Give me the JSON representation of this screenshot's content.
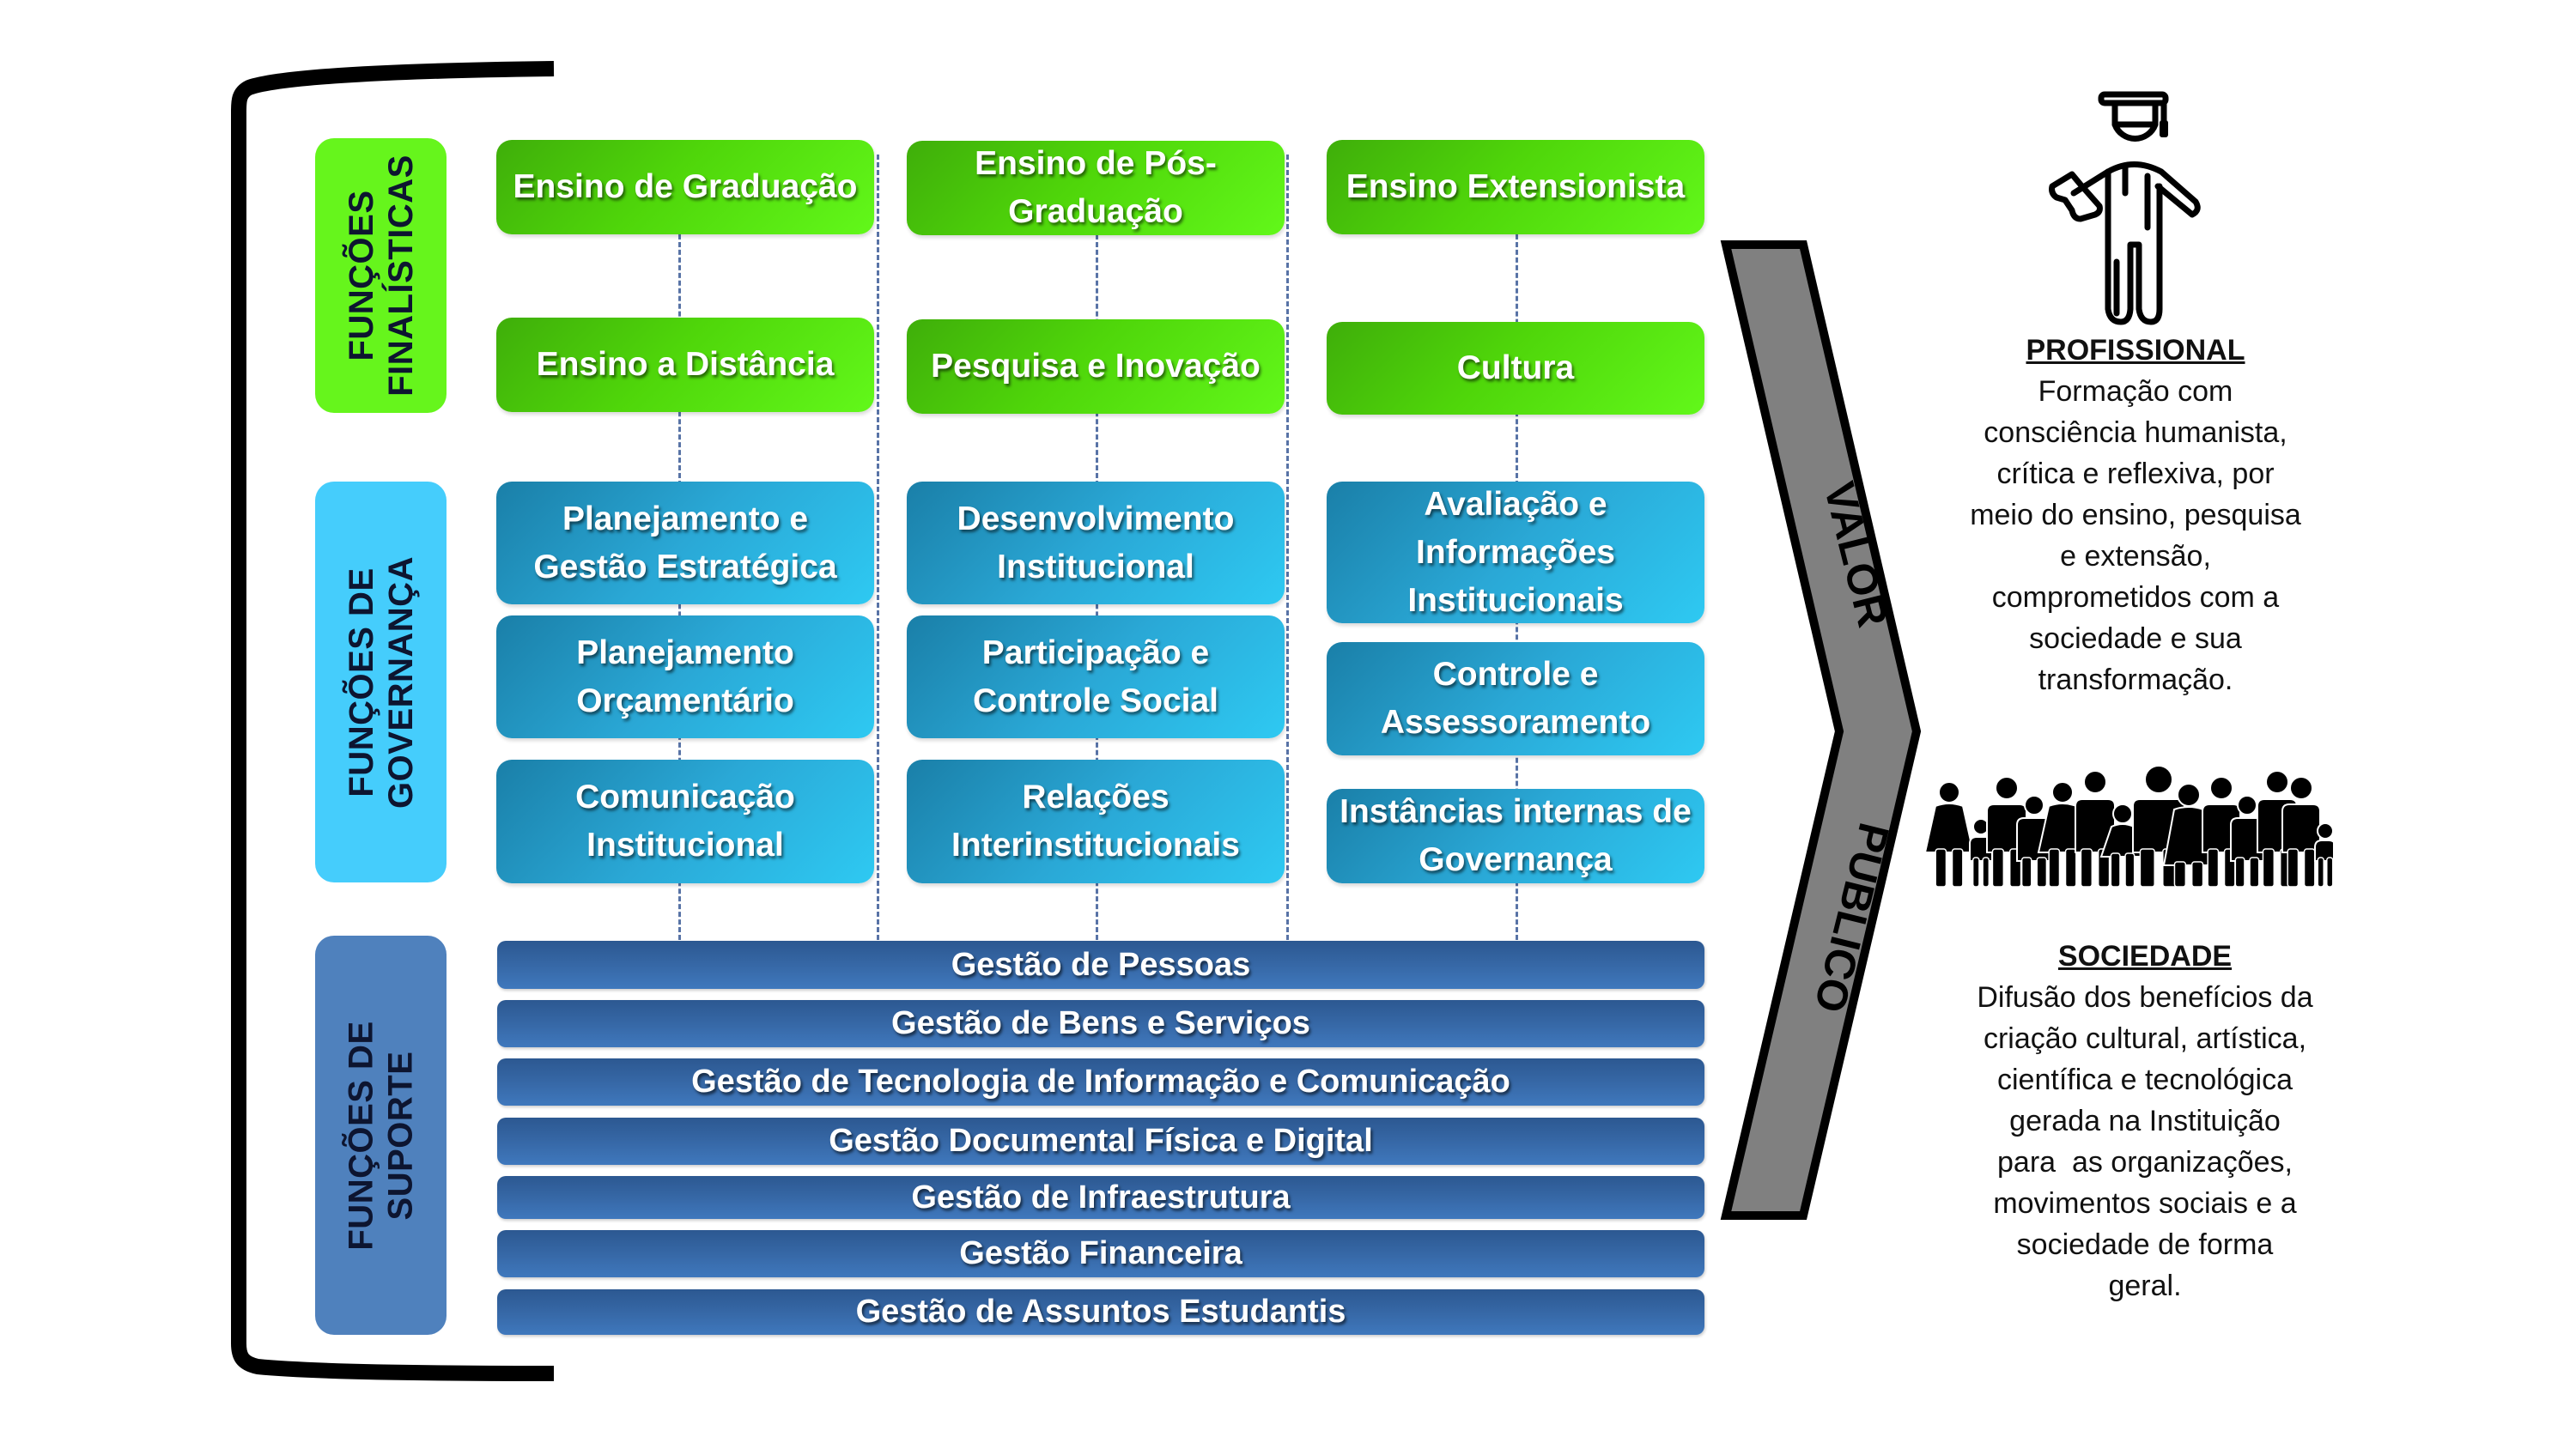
{
  "categories": {
    "finalisticas": {
      "line1": "FUNÇÕES",
      "line2": "FINALÍSTICAS",
      "color": "#66f51c"
    },
    "governanca": {
      "line1": "FUNÇÕES DE",
      "line2": "GOVERNANÇA",
      "color": "#45cdfc"
    },
    "suporte": {
      "line1": "FUNÇÕES DE",
      "line2": "SUPORTE",
      "color": "#4f81bd"
    }
  },
  "finalisticas": {
    "col1": [
      "Ensino de Graduação",
      "Ensino a Distância"
    ],
    "col2": [
      "Ensino de Pós-Graduação",
      "Pesquisa e Inovação"
    ],
    "col3": [
      "Ensino Extensionista",
      "Cultura"
    ]
  },
  "governanca": {
    "col1": [
      "Planejamento e Gestão Estratégica",
      "Planejamento Orçamentário",
      "Comunicação Institucional"
    ],
    "col2": [
      "Desenvolvimento Institucional",
      "Participação e Controle Social",
      "Relações Interinstitucionais"
    ],
    "col3": [
      "Avaliação e Informações Institucionais",
      "Controle e Assessoramento",
      "Instâncias internas de Governança"
    ]
  },
  "suporte": [
    "Gestão de Pessoas",
    "Gestão de Bens e Serviços",
    "Gestão de Tecnologia de Informação e Comunicação",
    "Gestão Documental Física e Digital",
    "Gestão de Infraestrutura",
    "Gestão Financeira",
    "Gestão de Assuntos Estudantis"
  ],
  "arrow": {
    "word1": "VALOR",
    "word2": "PÚBLICO",
    "fill": "#808080"
  },
  "profissional": {
    "icon": "graduate-icon",
    "title": "PROFISSIONAL",
    "lines": [
      "Formação com",
      "consciência humanista,",
      "crítica e reflexiva, por",
      "meio do ensino, pesquisa",
      "e extensão,",
      "comprometidos com a",
      "sociedade e sua",
      "transformação."
    ]
  },
  "sociedade": {
    "icon": "crowd-icon",
    "title": "SOCIEDADE",
    "lines": [
      "Difusão dos benefícios da",
      "criação cultural, artística,",
      "científica e tecnológica",
      "gerada na Instituição",
      "para  as organizações,",
      "movimentos sociais e a",
      "sociedade de forma",
      "geral."
    ]
  }
}
